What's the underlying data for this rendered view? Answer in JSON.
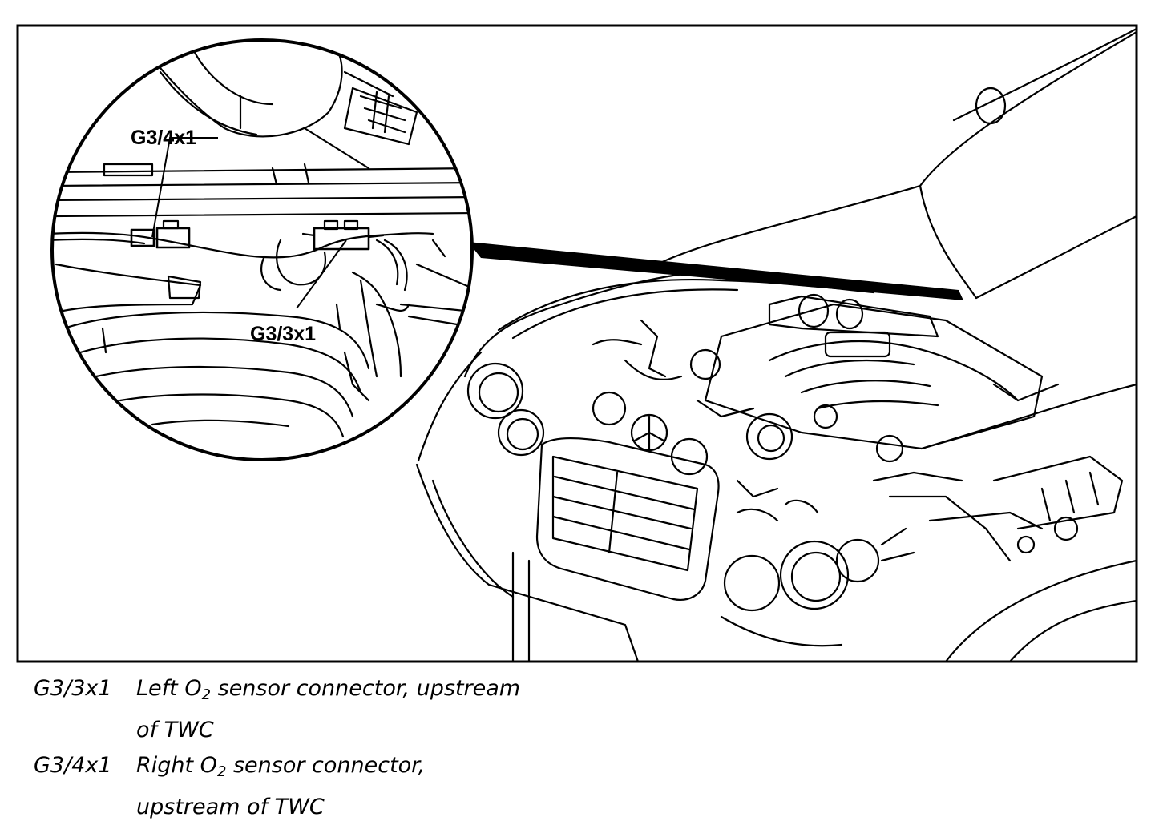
{
  "callouts": {
    "upper": "G3/4x1",
    "lower": "G3/3x1"
  },
  "legend": [
    {
      "code": "G3/3x1",
      "pre": "Left O",
      "sub": "2",
      "line1_rest": " sensor connector, upstream",
      "line2": "of TWC"
    },
    {
      "code": "G3/4x1",
      "pre": "Right O",
      "sub": "2",
      "line1_rest": " sensor connector,",
      "line2": "upstream of TWC"
    }
  ]
}
